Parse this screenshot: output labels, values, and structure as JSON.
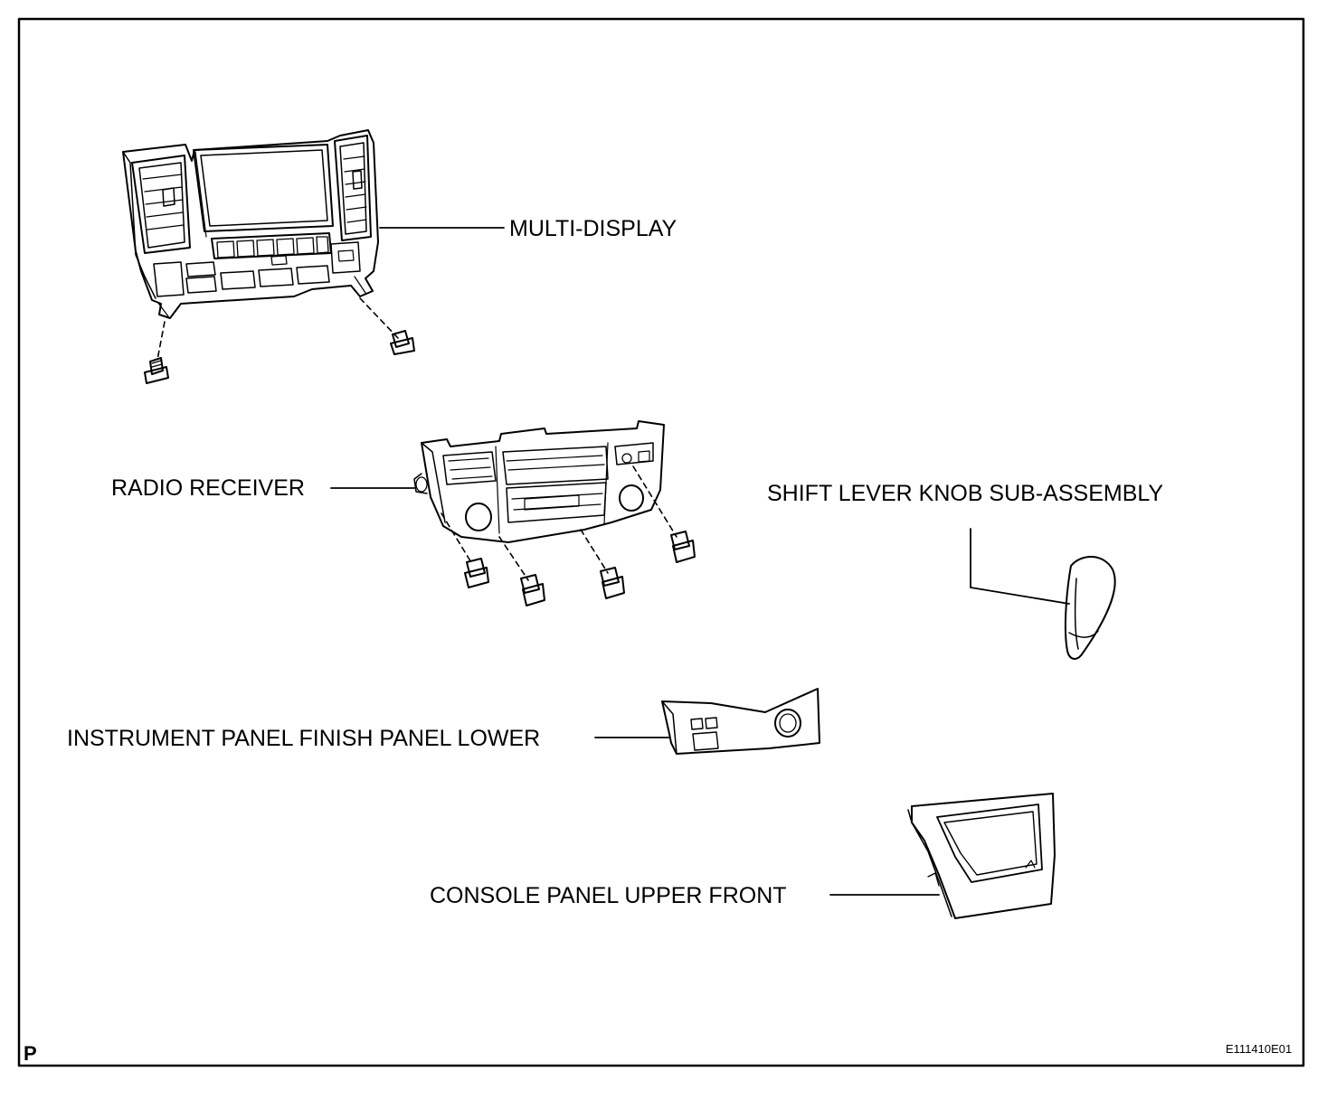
{
  "labels": {
    "multi_display": "MULTI-DISPLAY",
    "radio_receiver": "RADIO RECEIVER",
    "shift_lever_knob": "SHIFT LEVER KNOB SUB-ASSEMBLY",
    "finish_panel_lower": "INSTRUMENT PANEL FINISH PANEL LOWER",
    "console_panel": "CONSOLE PANEL UPPER FRONT"
  },
  "corner": {
    "left_mark": "P",
    "figure_code": "E111410E01"
  },
  "colors": {
    "line": "#000000",
    "background": "#ffffff",
    "shade": "#d9d9d9"
  }
}
